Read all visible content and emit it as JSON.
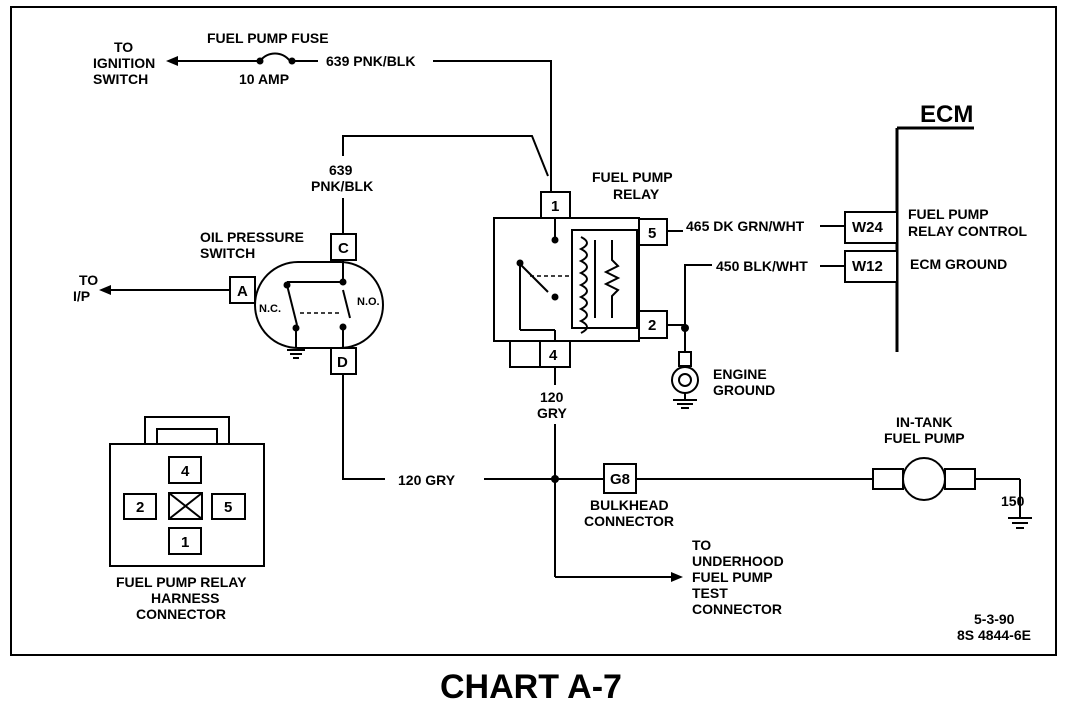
{
  "labels": {
    "fuse_title": "FUEL PUMP FUSE",
    "fuse_rating": "10 AMP",
    "to_ignition": [
      "TO",
      "IGNITION",
      "SWITCH"
    ],
    "top_wire": "639 PNK/BLK",
    "switch_wire": [
      "639",
      "PNK/BLK"
    ],
    "oil_switch": [
      "OIL PRESSURE",
      "SWITCH"
    ],
    "to_ip": [
      "TO",
      "I/P"
    ],
    "nc": "N.C.",
    "no": "N.O.",
    "relay_title": [
      "FUEL PUMP",
      "RELAY"
    ],
    "wire_465": "465 DK GRN/WHT",
    "wire_450": "450 BLK/WHT",
    "ecm": "ECM",
    "ecm_w24": [
      "FUEL PUMP",
      "RELAY CONTROL"
    ],
    "ecm_w12": "ECM GROUND",
    "engine_ground": [
      "ENGINE",
      "GROUND"
    ],
    "relay_out_wire": [
      "120",
      "GRY"
    ],
    "horiz_wire": "120 GRY",
    "bulkhead": [
      "BULKHEAD",
      "CONNECTOR"
    ],
    "in_tank": [
      "IN-TANK",
      "FUEL PUMP"
    ],
    "ground_150": "150",
    "test_conn": [
      "TO",
      "UNDERHOOD",
      "FUEL PUMP",
      "TEST",
      "CONNECTOR"
    ],
    "harness": [
      "FUEL PUMP RELAY",
      "HARNESS",
      "CONNECTOR"
    ],
    "date": "5-3-90",
    "ref": "8S 4844-6E",
    "chart_title": "CHART A-7"
  },
  "pins": {
    "A": "A",
    "C": "C",
    "D": "D",
    "relay_1": "1",
    "relay_2": "2",
    "relay_4": "4",
    "relay_5": "5",
    "w24": "W24",
    "w12": "W12",
    "g8": "G8",
    "h4": "4",
    "h2": "2",
    "h5": "5",
    "h1": "1"
  }
}
